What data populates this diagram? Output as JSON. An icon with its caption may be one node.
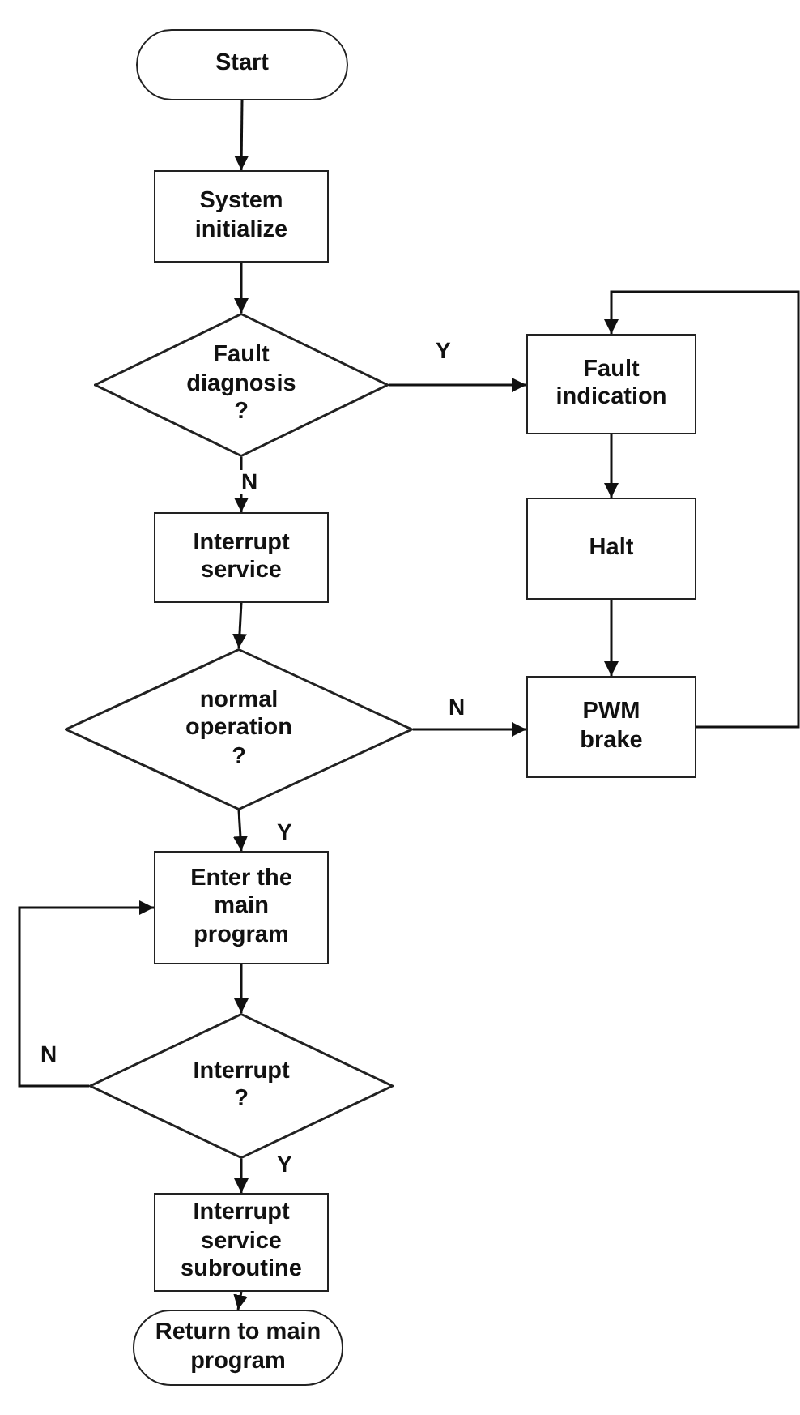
{
  "diagram": {
    "nodes": [
      {
        "text": [
          "Start"
        ]
      },
      {
        "text": [
          "System initialize"
        ]
      },
      {
        "text": [
          "Fault diagnosis ?"
        ]
      },
      {
        "text": [
          "Fault indication"
        ]
      },
      {
        "text": [
          "Halt"
        ]
      },
      {
        "text": [
          "Interrupt service"
        ]
      },
      {
        "text": [
          "normal operation ?"
        ]
      },
      {
        "text": [
          "PWM brake"
        ]
      },
      {
        "text": [
          "Enter the main program"
        ]
      },
      {
        "text": [
          "Interrupt ?"
        ]
      },
      {
        "text": [
          "Interrupt service subroutine"
        ]
      },
      {
        "text": [
          "Return to main program"
        ]
      }
    ],
    "edges": [
      {
        "from": 0,
        "to": 1,
        "arrow": "to"
      },
      {
        "from": 1,
        "to": 2,
        "arrow": "to"
      },
      {
        "from": 2,
        "to": 3,
        "arrow": "to",
        "label": "Y"
      },
      {
        "from": 2,
        "to": 5,
        "arrow": "to",
        "label": "N"
      },
      {
        "from": 3,
        "to": 4,
        "arrow": "to"
      },
      {
        "from": 4,
        "to": 7,
        "arrow": "to"
      },
      {
        "from": 5,
        "to": 6,
        "arrow": "to"
      },
      {
        "from": 6,
        "to": 7,
        "arrow": "to",
        "label": "N"
      },
      {
        "from": 6,
        "to": 8,
        "arrow": "to",
        "label": "Y"
      },
      {
        "from": 7,
        "to": 3,
        "arrow": "to"
      },
      {
        "from": 8,
        "to": 9,
        "arrow": "to"
      },
      {
        "from": 9,
        "to": 8,
        "arrow": "to",
        "label": "N"
      },
      {
        "from": 9,
        "to": 10,
        "arrow": "to",
        "label": "Y"
      },
      {
        "from": 10,
        "to": 11,
        "arrow": "to"
      }
    ]
  }
}
